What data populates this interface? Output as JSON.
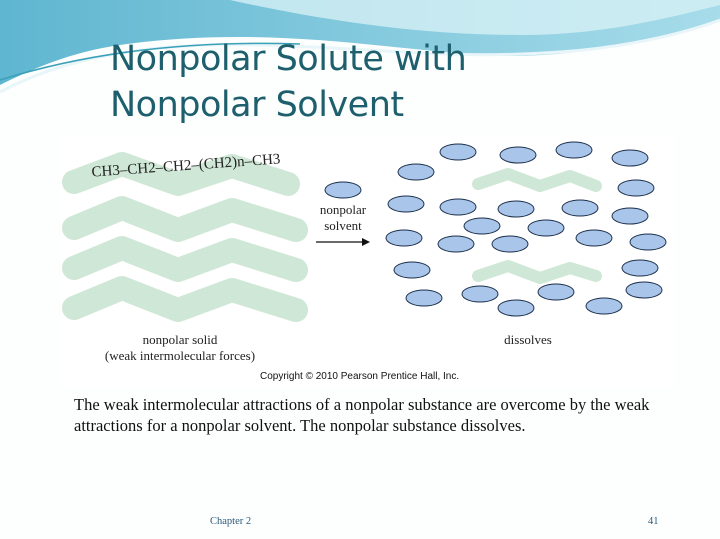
{
  "slide": {
    "title_line1": "Nonpolar Solute with",
    "title_line2": "Nonpolar Solvent",
    "caption": "The weak intermolecular attractions of a nonpolar substance are overcome by the weak attractions for a nonpolar solvent. The nonpolar substance dissolves.",
    "footer_left": "Chapter 2",
    "footer_right": "41"
  },
  "diagram": {
    "formula": "CH3–CH2–CH2–(CH2)n–CH3",
    "solvent_label_line1": "nonpolar",
    "solvent_label_line2": "solvent",
    "solid_label_line1": "nonpolar solid",
    "solid_label_line2": "(weak intermolecular forces)",
    "result_label": "dissolves",
    "copyright": "Copyright © 2010 Pearson Prentice Hall, Inc.",
    "colors": {
      "molecule": "#cfe7d6",
      "solvent": "#a9c6ea",
      "solvent_stroke": "#1c2f4a",
      "title": "#1d5f6c"
    }
  }
}
